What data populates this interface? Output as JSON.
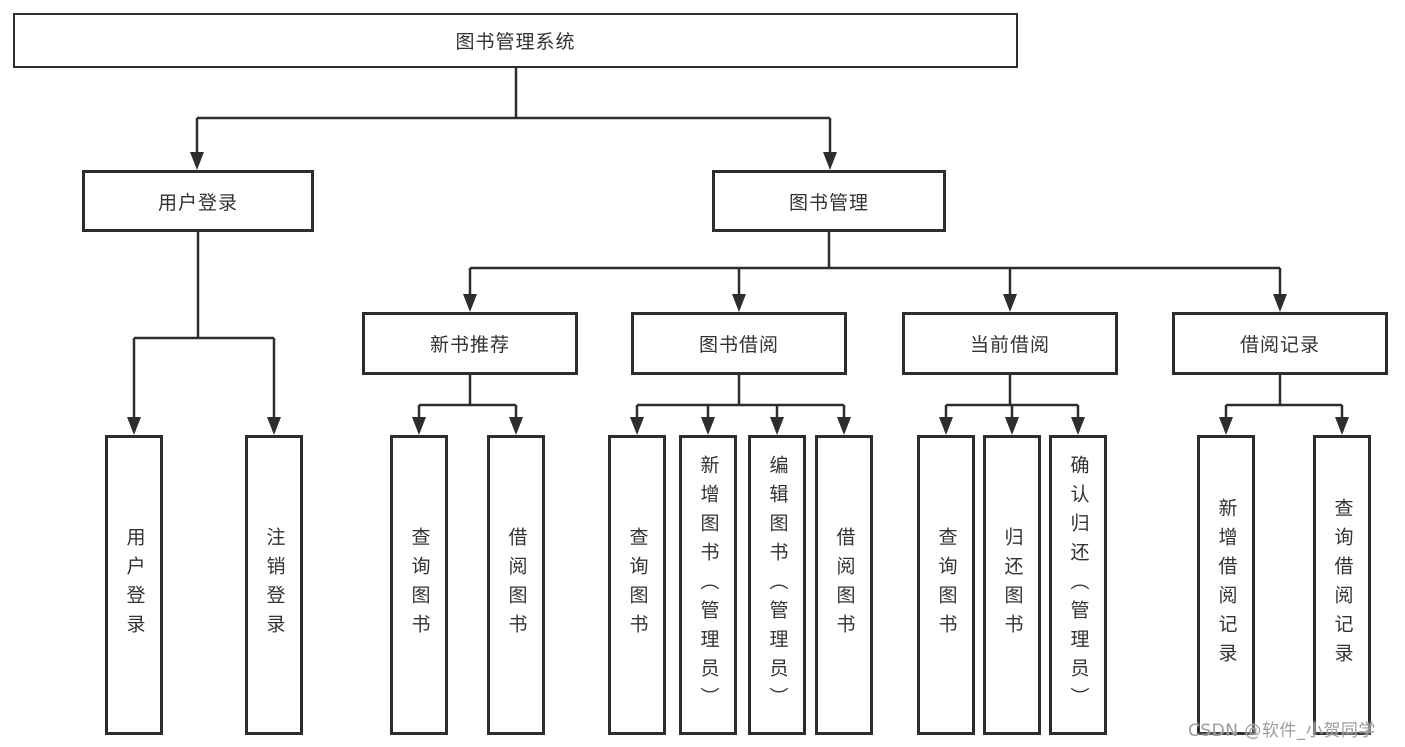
{
  "diagram_type": "function-structure-tree",
  "nodes": {
    "root": "图书管理系统",
    "user_login": "用户登录",
    "book_mgmt": "图书管理",
    "new_book": "新书推荐",
    "book_borrow": "图书借阅",
    "current_borrow": "当前借阅",
    "borrow_records": "借阅记录",
    "ul_user_login": "用户登录",
    "ul_logout": "注销登录",
    "nb_query": "查询图书",
    "nb_borrow": "借阅图书",
    "bb_query": "查询图书",
    "bb_add": "新增图书（管理员）",
    "bb_edit": "编辑图书（管理员）",
    "bb_borrow": "借阅图书",
    "cb_query": "查询图书",
    "cb_return": "归还图书",
    "cb_confirm": "确认归还（管理员）",
    "br_add": "新增借阅记录",
    "br_query": "查询借阅记录"
  },
  "tree": {
    "label": "图书管理系统",
    "children": [
      {
        "label": "用户登录",
        "children": [
          {
            "label": "用户登录"
          },
          {
            "label": "注销登录"
          }
        ]
      },
      {
        "label": "图书管理",
        "children": [
          {
            "label": "新书推荐",
            "children": [
              {
                "label": "查询图书"
              },
              {
                "label": "借阅图书"
              }
            ]
          },
          {
            "label": "图书借阅",
            "children": [
              {
                "label": "查询图书"
              },
              {
                "label": "新增图书（管理员）"
              },
              {
                "label": "编辑图书（管理员）"
              },
              {
                "label": "借阅图书"
              }
            ]
          },
          {
            "label": "当前借阅",
            "children": [
              {
                "label": "查询图书"
              },
              {
                "label": "归还图书"
              },
              {
                "label": "确认归还（管理员）"
              }
            ]
          },
          {
            "label": "借阅记录",
            "children": [
              {
                "label": "新增借阅记录"
              },
              {
                "label": "查询借阅记录"
              }
            ]
          }
        ]
      }
    ]
  },
  "watermark": "CSDN @软件_小贺同学",
  "colors": {
    "line": "#2d2d2d",
    "text": "#333333",
    "watermark": "#949494",
    "background": "#ffffff"
  }
}
